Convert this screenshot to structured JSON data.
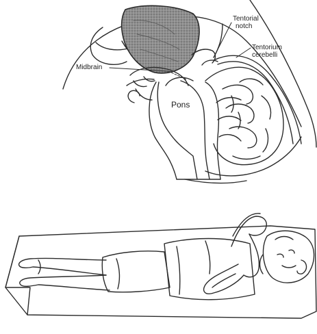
{
  "labels": {
    "tentorial_notch": [
      "Tentorial",
      "notch"
    ],
    "tentorium_cerebelli": [
      "Tentorium",
      "cerebelli"
    ],
    "midbrain": "Midbrain",
    "pons": "Pons"
  },
  "colors": {
    "line": "#2b2b2b",
    "shaded_region": "#8a8a8a",
    "background": "#ffffff"
  }
}
